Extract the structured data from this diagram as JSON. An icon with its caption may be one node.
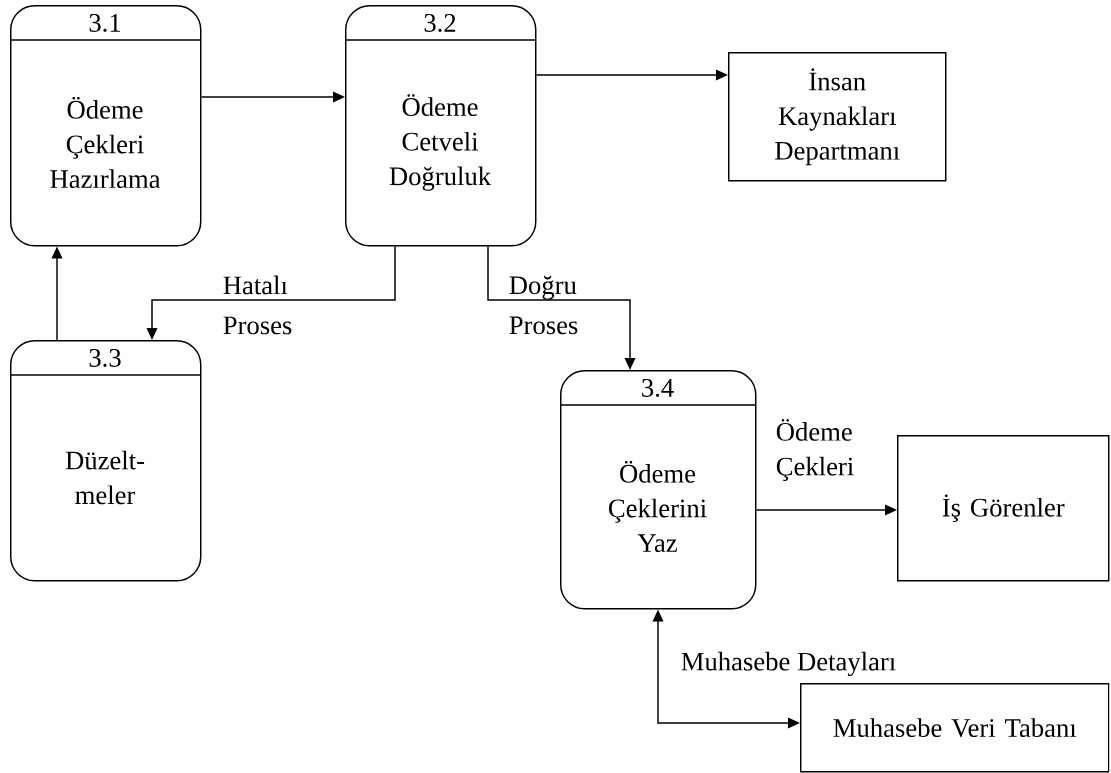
{
  "diagram": {
    "nodes": [
      {
        "text": [
          "3.1",
          "Ödeme Çekleri Hazırlama"
        ]
      },
      {
        "text": [
          "3.2",
          "Ödeme Cetveli Doğruluk"
        ]
      },
      {
        "text": [
          "İnsan Kaynakları Departmanı"
        ]
      },
      {
        "text": [
          "3.3",
          "Düzelt- meler"
        ]
      },
      {
        "text": [
          "3.4",
          "Ödeme Çeklerini Yaz"
        ]
      },
      {
        "text": [
          "İş Görenler"
        ]
      },
      {
        "text": [
          "Muhasebe Veri Tabanı"
        ]
      }
    ],
    "edges": [
      {
        "from": 0,
        "to": 1,
        "arrow": "to"
      },
      {
        "from": 1,
        "to": 2,
        "arrow": "to"
      },
      {
        "from": 1,
        "to": 3,
        "arrow": "to",
        "label": "Hatalı Proses"
      },
      {
        "from": 1,
        "to": 4,
        "arrow": "to",
        "label": "Doğru Proses"
      },
      {
        "from": 3,
        "to": 0,
        "arrow": "to"
      },
      {
        "from": 4,
        "to": 5,
        "arrow": "to",
        "label": "Ödeme Çekleri"
      },
      {
        "from": 4,
        "to": 6,
        "arrow": "both",
        "label": "Muhasebe Detayları"
      }
    ]
  }
}
